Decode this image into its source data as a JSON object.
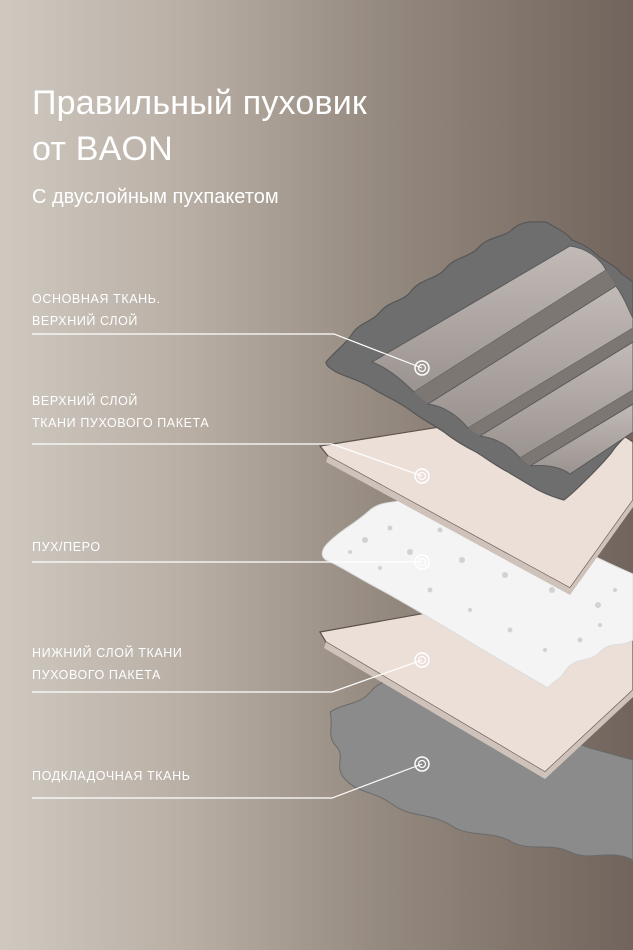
{
  "header": {
    "title_line1": "Правильный пуховик",
    "title_line2": "от BAON",
    "subtitle": "С двуслойным пухпакетом"
  },
  "layers": [
    {
      "line1": "ОСНОВНАЯ ТКАНЬ.",
      "line2": "ВЕРХНИЙ СЛОЙ"
    },
    {
      "line1": "ВЕРХНИЙ СЛОЙ",
      "line2": "ТКАНИ ПУХОВОГО ПАКЕТА"
    },
    {
      "line1": "ПУХ/ПЕРО"
    },
    {
      "line1": "НИЖНИЙ СЛОЙ ТКАНИ",
      "line2": "ПУХОВОГО ПАКЕТА"
    },
    {
      "line1": "ПОДКЛАДОЧНАЯ ТКАНЬ"
    }
  ],
  "colors": {
    "background_left": "#cfc9c0",
    "background_right": "#71645c",
    "shell": "#6e6e6e",
    "shell_tube": "#b0a8a4",
    "fabric": "#ecdfd8",
    "down": "#f5f5f5",
    "lining": "#8b8b8b",
    "text": "#ffffff"
  }
}
